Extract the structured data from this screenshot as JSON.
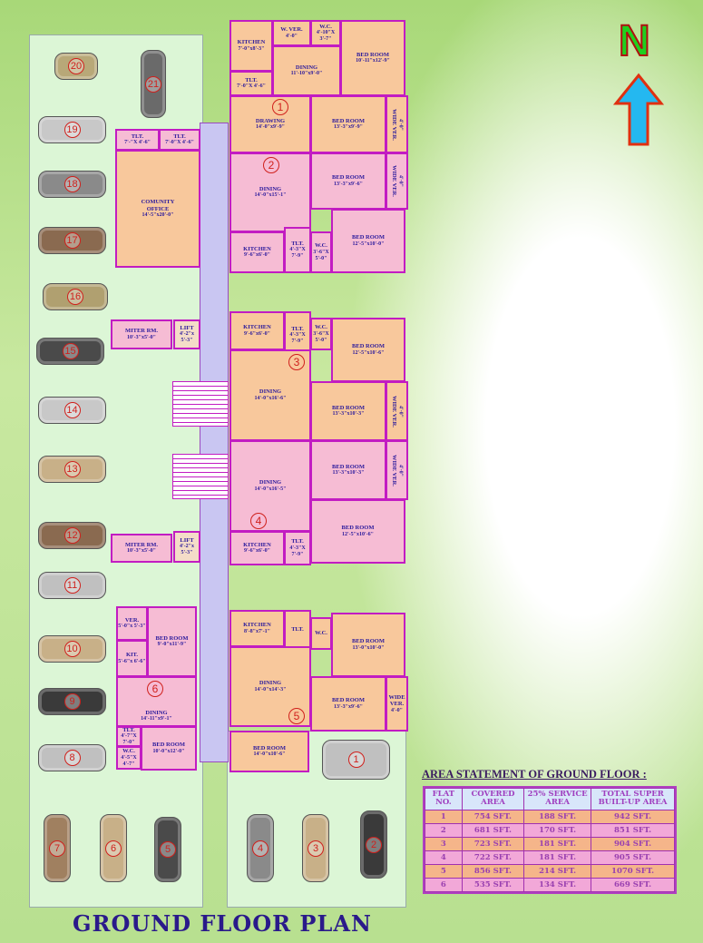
{
  "title": "GROUND FLOOR PLAN",
  "north": "N",
  "colors": {
    "wall": "#c21cc2",
    "flat_orange": "#f8c89c",
    "flat_pink": "#f6bcd4",
    "corridor": "#c9c6f2",
    "parking": "#dcf6d6",
    "label": "#2b1a9c",
    "number": "#d0201c"
  },
  "icons": [
    "north-arrow-icon",
    "car-icon",
    "bed-icon",
    "dining-table-icon",
    "sofa-icon",
    "toilet-icon",
    "stove-icon",
    "sink-icon",
    "stairs-icon",
    "door-swing-icon"
  ],
  "common": {
    "tlt_a": {
      "name": "TLT.",
      "dim": "7'-\"X 4'-6\""
    },
    "tlt_b": {
      "name": "TLT.",
      "dim": "7'-0\"X 4'-6\""
    },
    "office": {
      "name": "COMUNITY OFFICE",
      "dim": "14'-5\"x20'-0\""
    },
    "miter1": {
      "name": "MITER RM.",
      "dim": "10'-3\"x5'-0\""
    },
    "lift1": {
      "name": "LIFT",
      "dim": "4'-2\"x 5'-3\""
    },
    "miter2": {
      "name": "MITER RM.",
      "dim": "10'-3\"x5'-0\""
    },
    "lift2": {
      "name": "LIFT",
      "dim": "4'-2\"x 5'-3\""
    }
  },
  "flats": [
    {
      "no": "1",
      "rooms": [
        {
          "name": "KITCHEN",
          "dim": "7'-0\"x8'-3\""
        },
        {
          "name": "W. VER.",
          "dim": "4'-0\""
        },
        {
          "name": "W.C.",
          "dim": "4'-10\"X 3'-7\""
        },
        {
          "name": "BED ROOM",
          "dim": "10'-11\"x12'-9\""
        },
        {
          "name": "TLT.",
          "dim": "7'-0\"X 4'-6\""
        },
        {
          "name": "DINING",
          "dim": "11'-10\"x9'-0\""
        },
        {
          "name": "DRAWING",
          "dim": "14'-0\"x9'-9\""
        },
        {
          "name": "BED ROOM",
          "dim": "13'-3\"x9'-9\""
        },
        {
          "name": "WIDE VER.",
          "dim": "4'-0\""
        }
      ]
    },
    {
      "no": "2",
      "rooms": [
        {
          "name": "DINING",
          "dim": "14'-0\"x15'-1\""
        },
        {
          "name": "BED ROOM",
          "dim": "13'-3\"x9'-6\""
        },
        {
          "name": "WIDE VER.",
          "dim": "4'-0\""
        },
        {
          "name": "KITCHEN",
          "dim": "9'-6\"x6'-0\""
        },
        {
          "name": "TLT.",
          "dim": "4'-3\"X 7'-9\""
        },
        {
          "name": "W.C.",
          "dim": "3'-6\"X 5'-0\""
        },
        {
          "name": "BED ROOM",
          "dim": "12'-5\"x10'-0\""
        }
      ]
    },
    {
      "no": "3",
      "rooms": [
        {
          "name": "KITCHEN",
          "dim": "9'-6\"x6'-0\""
        },
        {
          "name": "TLT.",
          "dim": "4'-3\"X 7'-9\""
        },
        {
          "name": "W.C.",
          "dim": "3'-6\"X 5'-0\""
        },
        {
          "name": "BED ROOM",
          "dim": "12'-5\"x10'-6\""
        },
        {
          "name": "DINING",
          "dim": "14'-0\"x16'-6\""
        },
        {
          "name": "BED ROOM",
          "dim": "13'-3\"x10'-3\""
        },
        {
          "name": "WIDE VER.",
          "dim": "4'-0\""
        }
      ]
    },
    {
      "no": "4",
      "rooms": [
        {
          "name": "DINING",
          "dim": "14'-0\"x16'-5\""
        },
        {
          "name": "BED ROOM",
          "dim": "13'-3\"x10'-3\""
        },
        {
          "name": "WIDE VER.",
          "dim": "4'-0\""
        },
        {
          "name": "KITCHEN",
          "dim": "9'-6\"x6'-0\""
        },
        {
          "name": "TLT.",
          "dim": "4'-3\"X 7'-9\""
        },
        {
          "name": "BED ROOM",
          "dim": "12'-5\"x10'-6\""
        }
      ]
    },
    {
      "no": "5",
      "rooms": [
        {
          "name": "KITCHEN",
          "dim": "8'-8\"x7'-1\""
        },
        {
          "name": "TLT.",
          "dim": ""
        },
        {
          "name": "W.C.",
          "dim": ""
        },
        {
          "name": "BED ROOM",
          "dim": "13'-0\"x10'-0\""
        },
        {
          "name": "DINING",
          "dim": "14'-0\"x14'-3\""
        },
        {
          "name": "BED ROOM",
          "dim": "13'-3\"x9'-6\""
        },
        {
          "name": "WIDE VER.",
          "dim": "4'-0\""
        },
        {
          "name": "BED ROOM",
          "dim": "14'-0\"x10'-6\""
        }
      ]
    },
    {
      "no": "6",
      "rooms": [
        {
          "name": "VER.",
          "dim": "5'-0\"x 5'-3\""
        },
        {
          "name": "BED ROOM",
          "dim": "9'-0\"x11'-9\""
        },
        {
          "name": "KIT.",
          "dim": "5'-6\"x 6'-6\""
        },
        {
          "name": "DINING",
          "dim": "14'-11\"x9'-1\""
        },
        {
          "name": "TLT.",
          "dim": "4'-7\"X 7'-0\""
        },
        {
          "name": "W.C.",
          "dim": "4'-5\"X 4'-7\""
        },
        {
          "name": "BED ROOM",
          "dim": "10'-0\"x12'-0\""
        }
      ]
    }
  ],
  "parking": [
    {
      "no": "20",
      "color": "#b8a878"
    },
    {
      "no": "21",
      "color": "#6a6a6a"
    },
    {
      "no": "19",
      "color": "#c8c8c8"
    },
    {
      "no": "18",
      "color": "#8a8a8a"
    },
    {
      "no": "17",
      "color": "#8a6a50"
    },
    {
      "no": "16",
      "color": "#b0a070"
    },
    {
      "no": "15",
      "color": "#4a4a4a"
    },
    {
      "no": "14",
      "color": "#c8c8c8"
    },
    {
      "no": "13",
      "color": "#c8b088"
    },
    {
      "no": "12",
      "color": "#8a6a50"
    },
    {
      "no": "11",
      "color": "#c0c0c0"
    },
    {
      "no": "10",
      "color": "#c8b088"
    },
    {
      "no": "9",
      "color": "#3a3a3a"
    },
    {
      "no": "8",
      "color": "#c0c0c0"
    },
    {
      "no": "7",
      "color": "#a08060"
    },
    {
      "no": "6",
      "color": "#c8b088"
    },
    {
      "no": "5",
      "color": "#4a4a4a"
    },
    {
      "no": "4",
      "color": "#8a8a8a"
    },
    {
      "no": "3",
      "color": "#c8b088"
    },
    {
      "no": "2",
      "color": "#3a3a3a"
    },
    {
      "no": "1",
      "color": "#c0c0c0"
    }
  ],
  "area_statement": {
    "title": "AREA STATEMENT OF GROUND FLOOR :",
    "headers": [
      "FLAT NO.",
      "COVERED AREA",
      "25% SERVICE AREA",
      "TOTAL SUPER BUILT-UP AREA"
    ],
    "rows": [
      [
        "1",
        "754 SFT.",
        "188 SFT.",
        "942 SFT."
      ],
      [
        "2",
        "681 SFT.",
        "170 SFT.",
        "851 SFT."
      ],
      [
        "3",
        "723 SFT.",
        "181 SFT.",
        "904 SFT."
      ],
      [
        "4",
        "722 SFT.",
        "181 SFT.",
        "905 SFT."
      ],
      [
        "5",
        "856 SFT.",
        "214 SFT.",
        "1070 SFT."
      ],
      [
        "6",
        "535 SFT.",
        "134 SFT.",
        "669 SFT."
      ]
    ]
  }
}
